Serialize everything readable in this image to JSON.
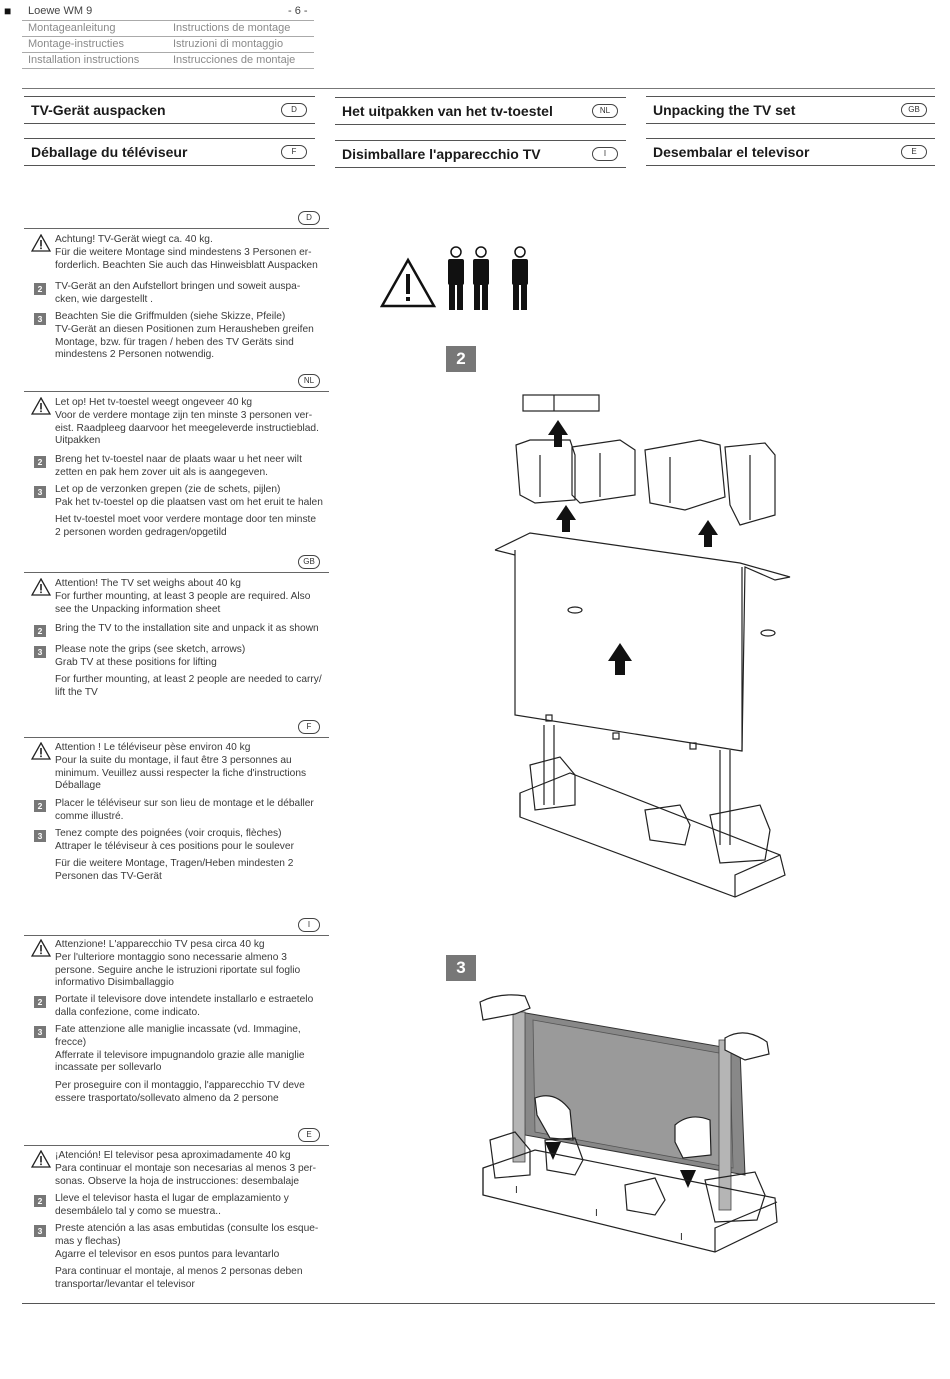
{
  "header": {
    "bullet": "■",
    "model": "Loewe WM 9",
    "page": "- 6 -",
    "rows": [
      {
        "left": "Montageanleitung",
        "right": "Instructions de montage"
      },
      {
        "left": "Montage-instructies",
        "right": "Istruzioni di montaggio"
      },
      {
        "left": "Installation instructions",
        "right": "Instrucciones de montaje"
      }
    ]
  },
  "titles": [
    {
      "text": "TV-Gerät auspacken",
      "code": "D"
    },
    {
      "text": "Het uitpakken van het tv-toestel",
      "code": "NL"
    },
    {
      "text": "Unpacking the TV set",
      "code": "GB"
    },
    {
      "text": "Déballage du téléviseur",
      "code": "F"
    },
    {
      "text": "Disimballare l'apparecchio TV",
      "code": "I"
    },
    {
      "text": "Desembalar el televisor",
      "code": "E"
    }
  ],
  "sections": [
    {
      "code": "D",
      "warning": "Achtung! TV-Gerät wiegt ca. 40 kg.\nFür die weitere Montage sind mindestens 3 Personen er-\nforderlich. Beachten Sie auch das Hinweisblatt  Auspacken",
      "step2": "TV-Gerät an den Aufstellort bringen und soweit auspa-\ncken, wie dargestellt .",
      "step3": "Beachten Sie die Griffmulden (siehe Skizze, Pfeile)\nTV-Gerät an diesen Positionen zum Herausheben greifen\nMontage, bzw. für tragen / heben des TV Geräts sind\nmindestens 2 Personen notwendig.",
      "note": ""
    },
    {
      "code": "NL",
      "warning": "Let op! Het tv-toestel weegt ongeveer 40 kg\nVoor de verdere montage zijn ten minste 3 personen ver-\neist. Raadpleeg daarvoor het meegeleverde instructieblad.\nUitpakken",
      "step2": "Breng het tv-toestel naar de plaats waar u het neer wilt\nzetten en pak hem zover uit als is aangegeven.",
      "step3": "Let op de verzonken grepen (zie de schets, pijlen)\nPak het tv-toestel op die plaatsen vast om het eruit te halen",
      "note": "Het tv-toestel moet voor verdere montage door ten minste\n2 personen worden gedragen/opgetild"
    },
    {
      "code": "GB",
      "warning": "Attention! The TV set weighs about 40 kg\nFor further mounting, at least 3 people are required. Also\nsee the Unpacking information sheet",
      "step2": "Bring the TV to the installation site and unpack it as shown",
      "step3": "Please note the grips (see sketch, arrows)\nGrab TV at these positions for lifting",
      "note": "For further mounting, at least 2 people are needed to carry/\nlift the TV"
    },
    {
      "code": "F",
      "warning": "Attention ! Le téléviseur pèse environ 40 kg\nPour la suite du montage, il faut être 3 personnes au\nminimum. Veuillez aussi respecter la fiche d'instructions\nDéballage",
      "step2": "Placer le téléviseur sur son lieu de montage et le déballer\ncomme illustré.",
      "step3": "Tenez compte des poignées (voir croquis, flèches)\nAttraper le téléviseur à ces positions pour le soulever",
      "note": "Für die weitere Montage, Tragen/Heben mindesten 2\nPersonen das TV-Gerät"
    },
    {
      "code": "I",
      "warning": "Attenzione! L'apparecchio TV pesa circa 40 kg\nPer l'ulteriore montaggio sono necessarie almeno 3\npersone. Seguire anche le istruzioni riportate sul foglio\ninformativo Disimballaggio",
      "step2": "Portate il televisore dove intendete installarlo e estraetelo\ndalla confezione, come indicato.",
      "step3": "Fate attenzione alle maniglie incassate (vd. Immagine,\nfrecce)\nAfferrate il televisore impugnandolo grazie alle maniglie\nincassate per sollevarlo",
      "note": "Per proseguire con il montaggio, l'apparecchio TV deve\nessere trasportato/sollevato almeno da 2 persone"
    },
    {
      "code": "E",
      "warning": "¡Atención! El televisor pesa aproximadamente 40 kg\nPara continuar el montaje son necesarias al menos 3 per-\nsonas. Observe la hoja de instrucciones: desembalaje",
      "step2": "Lleve el televisor hasta el lugar de emplazamiento y\ndesembálelo tal y como se muestra..",
      "step3": "Preste atención a las asas embutidas (consulte los esque-\nmas y flechas)\nAgarre el televisor en esos puntos para levantarlo",
      "note": "Para continuar el montaje, al menos 2 personas deben\ntransportar/levantar el televisor"
    }
  ],
  "step_numbers": {
    "two": "2",
    "three": "3"
  }
}
